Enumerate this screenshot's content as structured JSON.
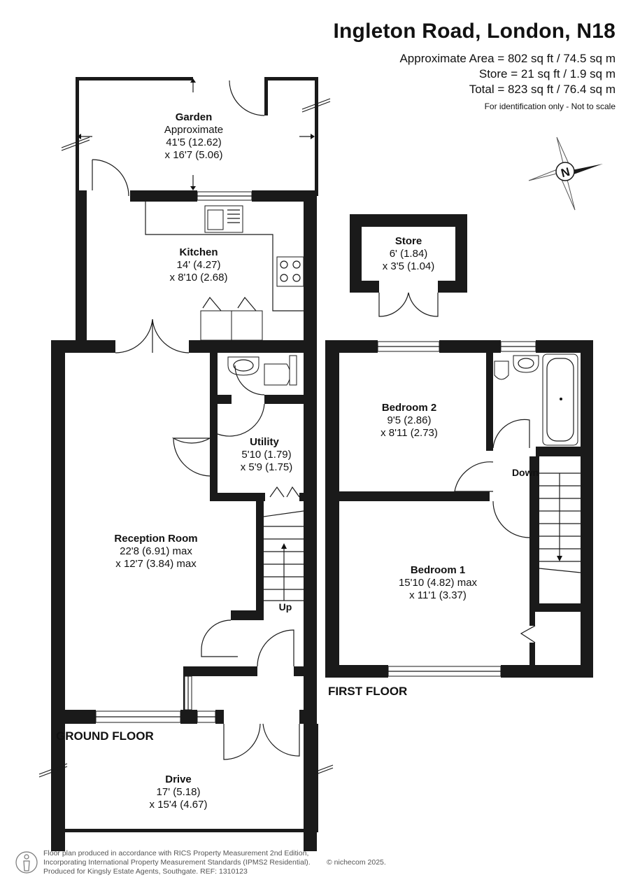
{
  "header": {
    "title": "Ingleton Road, London, N18",
    "area_line": "Approximate Area = 802 sq ft / 74.5 sq m",
    "store_line": "Store = 21 sq ft / 1.9 sq m",
    "total_line": "Total = 823 sq ft / 76.4 sq m",
    "disclaimer": "For identification only - Not to scale"
  },
  "compass": {
    "letter": "N"
  },
  "rooms": {
    "garden": {
      "name": "Garden",
      "line1": "Approximate",
      "line2": "41'5 (12.62)",
      "line3": "x 16'7 (5.06)"
    },
    "kitchen": {
      "name": "Kitchen",
      "line1": "14' (4.27)",
      "line2": "x 8'10 (2.68)"
    },
    "utility": {
      "name": "Utility",
      "line1": "5'10 (1.79)",
      "line2": "x 5'9 (1.75)"
    },
    "reception": {
      "name": "Reception Room",
      "line1": "22'8 (6.91) max",
      "line2": "x 12'7 (3.84) max"
    },
    "drive": {
      "name": "Drive",
      "line1": "17' (5.18)",
      "line2": "x 15'4 (4.67)"
    },
    "store": {
      "name": "Store",
      "line1": "6' (1.84)",
      "line2": "x 3'5 (1.04)"
    },
    "bedroom2": {
      "name": "Bedroom 2",
      "line1": "9'5 (2.86)",
      "line2": "x 8'11 (2.73)"
    },
    "bedroom1": {
      "name": "Bedroom 1",
      "line1": "15'10 (4.82) max",
      "line2": "x 11'1 (3.37)"
    }
  },
  "stairs": {
    "up": "Up",
    "down": "Down"
  },
  "floors": {
    "ground": "GROUND FLOOR",
    "first": "FIRST FLOOR"
  },
  "footer": {
    "line1": "Floor plan produced in accordance with RICS Property Measurement 2nd Edition,",
    "line2": "Incorporating International Property Measurement Standards (IPMS2 Residential).",
    "line3": "Produced for Kingsly Estate Agents, Southgate.   REF: 1310123",
    "copyright": "© nichecom 2025."
  }
}
